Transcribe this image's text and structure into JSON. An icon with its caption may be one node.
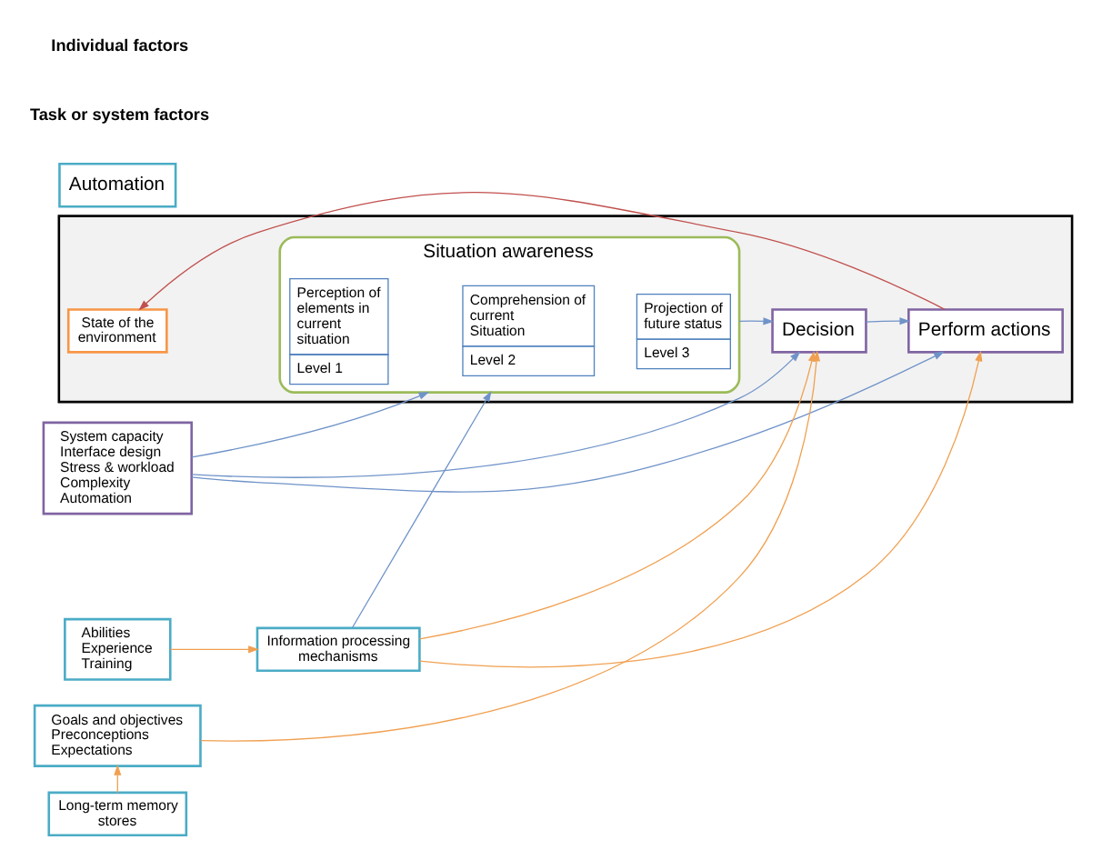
{
  "diagram": {
    "nodes": [
      {
        "text": [],
        "shape": "box"
      },
      {
        "text": [
          "System capacity",
          "Interface design",
          "Stress & workload",
          "Complexity",
          "Automation"
        ]
      },
      {
        "text": [
          "State of the environment"
        ],
        "in": 0
      },
      {
        "text": [
          "Situation awareness"
        ],
        "in": 0
      },
      {
        "text": [
          "Perception of elements in current situation",
          "Level 1"
        ],
        "in": 3
      },
      {
        "text": [
          "Comprehension of current Situation",
          "Level 2"
        ],
        "in": 3
      },
      {
        "text": [
          "Projection of future status",
          "Level 3"
        ],
        "in": 3
      },
      {
        "text": [
          "Decision"
        ],
        "in": 0
      },
      {
        "text": [
          "Perform actions"
        ],
        "in": 0
      },
      {
        "text": [
          "Information processing mechanisms"
        ]
      },
      {
        "text": [
          "Long-term memory stores"
        ]
      },
      {
        "text": [
          "Automation"
        ]
      },
      {
        "text": [
          "Goals and objectives",
          "Preconceptions",
          "Expectations"
        ]
      },
      {
        "text": [
          "Abilities",
          "Experience",
          "Training"
        ]
      }
    ],
    "edges": [
      {
        "from": 1,
        "to": 3,
        "arrow": "to"
      },
      {
        "from": 1,
        "to": 7,
        "arrow": "to"
      },
      {
        "from": 1,
        "to": 8,
        "arrow": "to"
      },
      {
        "from": 3,
        "to": 7,
        "arrow": "to"
      },
      {
        "from": 7,
        "to": 8,
        "arrow": "to"
      },
      {
        "from": 8,
        "to": 2,
        "arrow": "to",
        "color": "#c0504d"
      },
      {
        "from": 12,
        "to": 7,
        "arrow": "to",
        "color": "#f0a050"
      },
      {
        "from": 9,
        "to": 7,
        "arrow": "to",
        "color": "#f0a050"
      },
      {
        "from": 9,
        "to": 8,
        "arrow": "to",
        "color": "#f0a050"
      },
      {
        "from": 9,
        "to": 3,
        "arrow": "to"
      },
      {
        "from": 10,
        "to": 12,
        "arrow": "to",
        "color": "#f0a050"
      },
      {
        "from": 13,
        "to": 9,
        "arrow": "to",
        "color": "#f0a050"
      }
    ],
    "labels": [
      "Task or system factors",
      "Individual factors"
    ]
  }
}
